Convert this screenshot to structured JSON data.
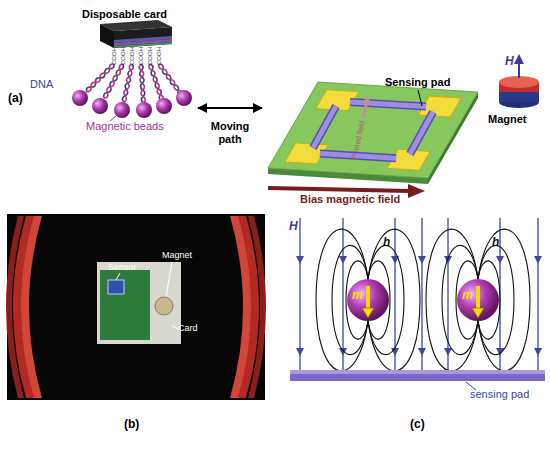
{
  "diagram": {
    "nodes": [
      {
        "text": [
          "Disposable card"
        ]
      },
      {
        "text": [
          "Pinned field"
        ]
      }
    ],
    "edges": [
      {
        "from": 0,
        "to": 1,
        "label": "Moving path",
        "arrow": "both"
      }
    ],
    "labels": [
      "(a)",
      "COOH",
      "COOH",
      "COOH",
      "COOH",
      "COOH",
      "COOH",
      "DNA",
      "Magnetic beads",
      "Sensing pad",
      "H",
      "Magnet",
      "Bias magnetic field",
      "Sensor",
      "Magnet",
      "Card",
      "(b)",
      "H",
      "h",
      "h",
      "m",
      "m",
      "sensing pad",
      "(c)"
    ]
  }
}
